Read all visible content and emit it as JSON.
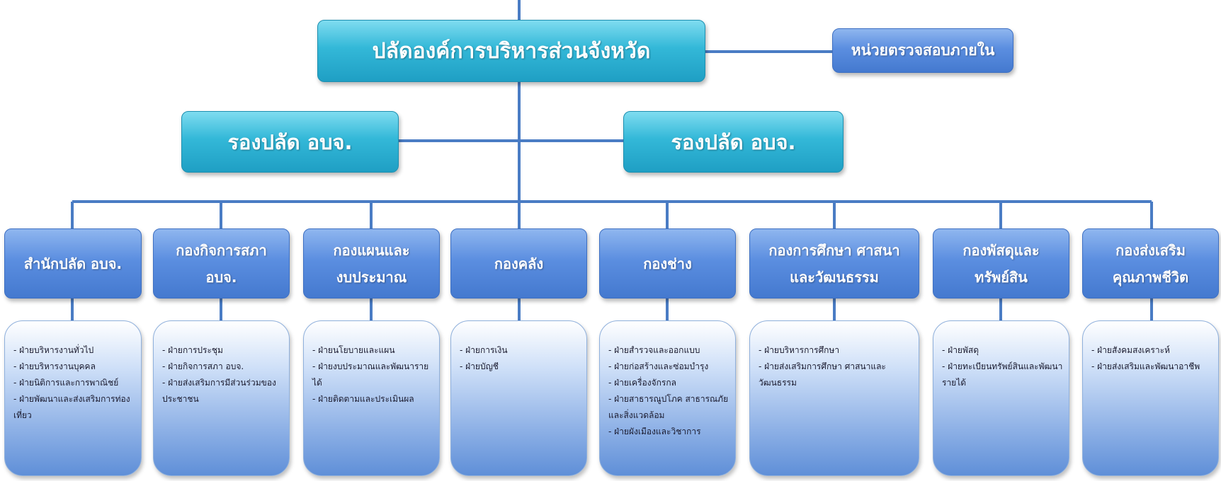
{
  "chart_data": {
    "type": "org-chart",
    "top": "ปลัดองค์การบริหารส่วนจังหวัด",
    "side_unit": "หน่วยตรวจสอบภายใน",
    "deputies": [
      "รองปลัด  อบจ.",
      "รองปลัด  อบจ."
    ],
    "departments": [
      {
        "title": [
          "สำนักปลัด อบจ."
        ],
        "duties": [
          "ฝ่ายบริหารงานทั่วไป",
          "ฝ่ายบริหารงานบุคคล",
          "ฝ่ายนิติการและการพาณิชย์",
          "ฝ่ายพัฒนาและส่งเสริมการท่องเที่ยว"
        ]
      },
      {
        "title": [
          "กองกิจการสภา",
          "อบจ."
        ],
        "duties": [
          "ฝ่ายการประชุม",
          "ฝ่ายกิจการสภา อบจ.",
          "ฝ่ายส่งเสริมการมีส่วนร่วมของประชาชน"
        ]
      },
      {
        "title": [
          "กองแผนและ",
          "งบประมาณ"
        ],
        "duties": [
          "ฝ่ายนโยบายและแผน",
          "ฝ่ายงบประมาณและพัฒนารายได้",
          "ฝ่ายติดตามและประเมินผล"
        ]
      },
      {
        "title": [
          "กองคลัง"
        ],
        "duties": [
          "ฝ่ายการเงิน",
          "ฝ่ายบัญชี"
        ]
      },
      {
        "title": [
          "กองช่าง"
        ],
        "duties": [
          "ฝ่ายสำรวจและออกแบบ",
          "ฝ่ายก่อสร้างและซ่อมบำรุง",
          "ฝ่ายเครื่องจักรกล",
          "ฝ่ายสาธารณูปโภค สาธารณภัยและสิ่งแวดล้อม",
          "ฝ่ายผังเมืองและวิชาการ"
        ]
      },
      {
        "title": [
          "กองการศึกษา ศาสนา",
          "และวัฒนธรรม"
        ],
        "duties": [
          "ฝ่ายบริหารการศึกษา",
          "ฝ่ายส่งเสริมการศึกษา ศาสนาและวัฒนธรรม"
        ]
      },
      {
        "title": [
          "กองพัสดุและ",
          "ทรัพย์สิน"
        ],
        "duties": [
          "ฝ่ายพัสดุ",
          "ฝ่ายทะเบียนทรัพย์สินและพัฒนารายได้"
        ]
      },
      {
        "title": [
          "กองส่งเสริม",
          "คุณภาพชีวิต"
        ],
        "duties": [
          "ฝ่ายสังคมสงเคราะห์",
          "ฝ่ายส่งเสริมและพัฒนาอาชีพ"
        ]
      }
    ]
  }
}
